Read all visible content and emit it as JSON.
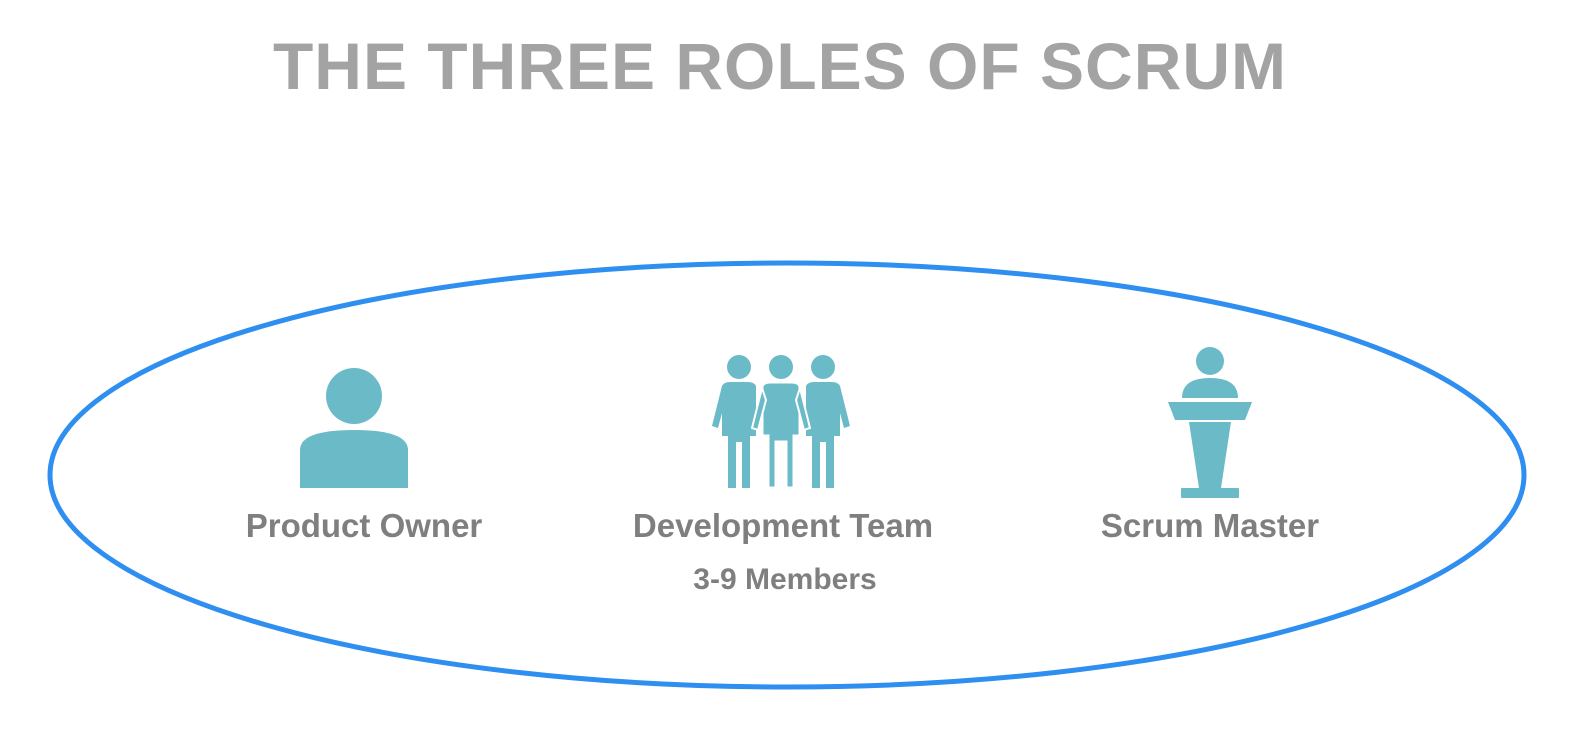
{
  "title": "THE THREE ROLES OF SCRUM",
  "colors": {
    "title": "#a3a3a3",
    "label": "#7f7f7f",
    "icon": "#6bbac8",
    "oval_stroke": "#2e8ff0",
    "background": "#ffffff"
  },
  "roles": [
    {
      "icon": "person-icon",
      "label": "Product Owner",
      "sublabel": ""
    },
    {
      "icon": "team-icon",
      "label": "Development Team",
      "sublabel": "3-9 Members"
    },
    {
      "icon": "speaker-podium-icon",
      "label": "Scrum Master",
      "sublabel": ""
    }
  ]
}
